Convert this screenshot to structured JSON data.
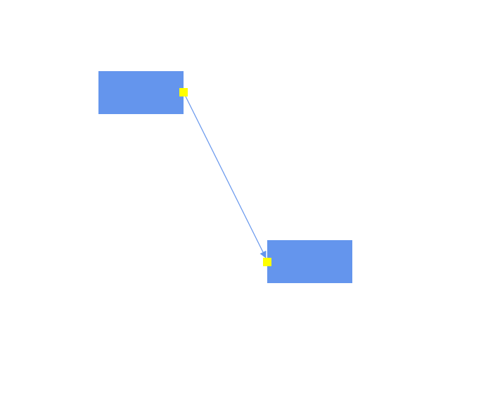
{
  "diagram": {
    "background_color": "#ffffff",
    "node_color": "#6495ed",
    "edge_color": "#6495ed",
    "port_color": "#ffff00",
    "nodes": [
      {
        "id": "node-1",
        "label": ""
      },
      {
        "id": "node-2",
        "label": ""
      }
    ],
    "edges": [
      {
        "from": "node-1",
        "to": "node-2",
        "arrowhead": "end"
      }
    ]
  }
}
